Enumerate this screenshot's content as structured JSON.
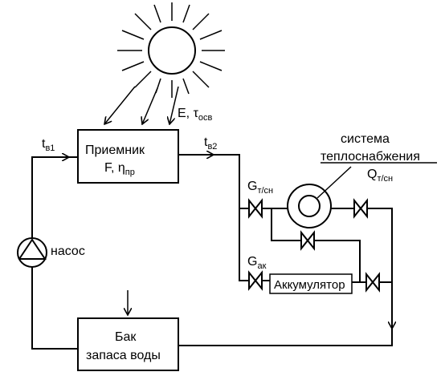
{
  "sun": {
    "label": "E, τ",
    "label_sub": "осв"
  },
  "receiver": {
    "line1": "Приемник",
    "line2_main": "F, η",
    "line2_sub": "пр"
  },
  "temps": {
    "in_main": "t",
    "in_sub": "в1",
    "out_main": "t",
    "out_sub": "в2"
  },
  "pump": {
    "label": "насос"
  },
  "tank": {
    "line1": "Бак",
    "line2": "запаса воды"
  },
  "heating_system": {
    "line1": "система",
    "line2": "теплоснабжения"
  },
  "flows": {
    "g_ts_main": "G",
    "g_ts_sub": "т/сн",
    "g_ak_main": "G",
    "g_ak_sub": "ак",
    "q_ts_main": "Q",
    "q_ts_sub": "т/сн"
  },
  "accumulator": {
    "label": "Аккумулятор"
  }
}
